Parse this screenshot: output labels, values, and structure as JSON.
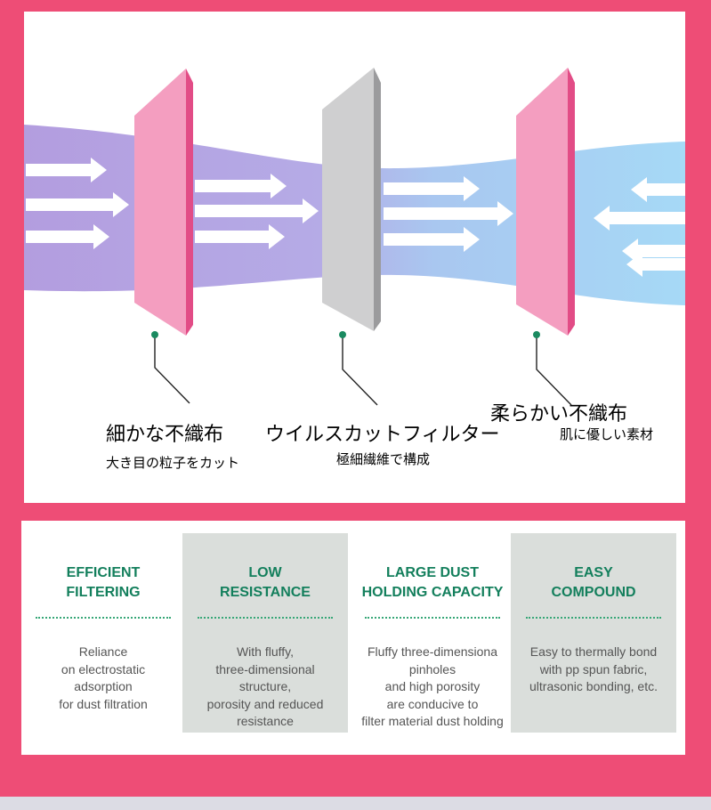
{
  "colors": {
    "frame": "#ee4d76",
    "accent_green": "#137f5c",
    "pink_filter": "#f48fb1",
    "gray_filter": "#cfcfd0",
    "stream_purple": "#b29ee0",
    "stream_blue": "#a9d7f5"
  },
  "filters": [
    {
      "name": "細かな不織布",
      "desc": "大き目の粒子をカット",
      "color": "pink"
    },
    {
      "name": "ウイルスカットフィルター",
      "desc": "極細繊維で構成",
      "color": "gray"
    },
    {
      "name": "柔らかい不織布",
      "desc": "肌に優しい素材",
      "color": "pink"
    }
  ],
  "features": [
    {
      "title": [
        "EFFICIENT",
        "FILTERING"
      ],
      "body": [
        "Reliance",
        "on electrostatic",
        "adsorption",
        "for dust filtration"
      ]
    },
    {
      "title": [
        "LOW",
        "RESISTANCE"
      ],
      "body": [
        "With fluffy,",
        "three-dimensional",
        "structure,",
        "porosity and reduced",
        "resistance"
      ]
    },
    {
      "title": [
        "LARGE DUST",
        "HOLDING CAPACITY"
      ],
      "body": [
        "Fluffy three-dimensiona",
        "pinholes",
        "and high porosity",
        "are conducive to",
        "filter material dust holding"
      ]
    },
    {
      "title": [
        "EASY",
        "COMPOUND"
      ],
      "body": [
        "Easy to thermally bond",
        "with pp spun fabric,",
        "ultrasonic bonding, etc."
      ]
    }
  ]
}
